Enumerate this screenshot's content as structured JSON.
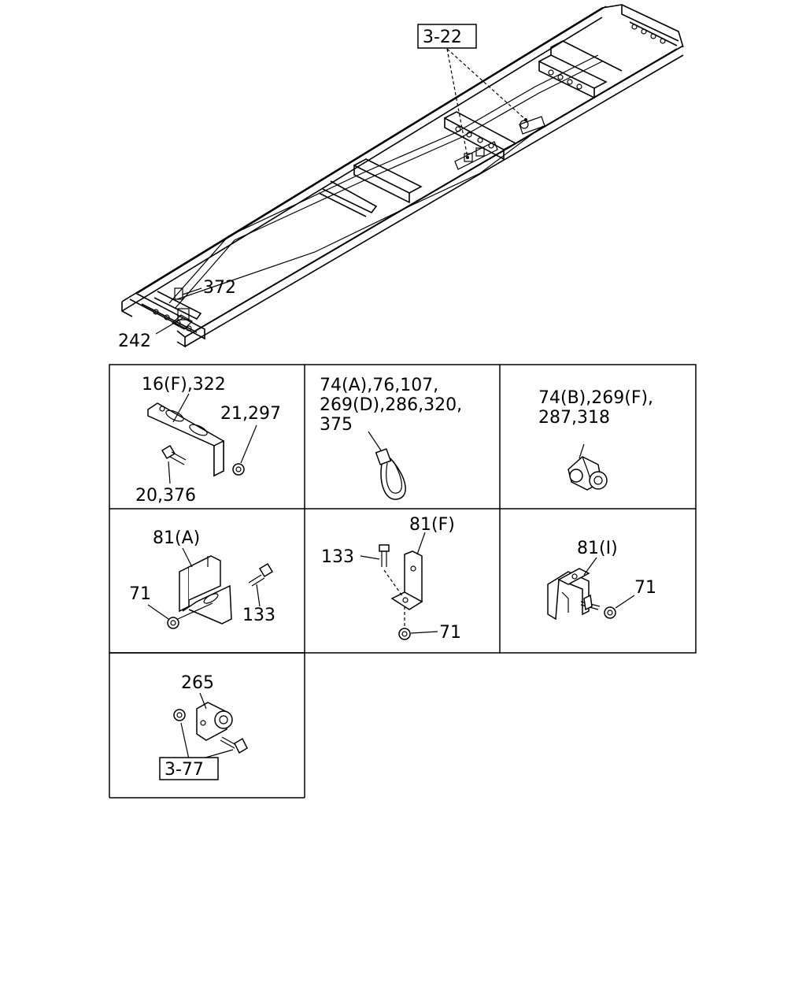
{
  "overview": {
    "callout_ref": "3-22",
    "label_372": "372",
    "label_242": "242"
  },
  "panels": {
    "p1": {
      "bracket": "16(F),322",
      "nut": "21,297",
      "bolt": "20,376"
    },
    "p2": {
      "line1": "74(A),76,107,",
      "line2": "269(D),286,320,",
      "line3": "375"
    },
    "p3": {
      "line1": "74(B),269(F),",
      "line2": "287,318"
    },
    "p4": {
      "bracket": "81(A)",
      "nut": "71",
      "bolt": "133"
    },
    "p5": {
      "bracket": "81(F)",
      "bolt": "133",
      "nut": "71"
    },
    "p6": {
      "bracket": "81(I)",
      "nut": "71"
    },
    "p7": {
      "clip": "265",
      "ref": "3-77"
    }
  }
}
